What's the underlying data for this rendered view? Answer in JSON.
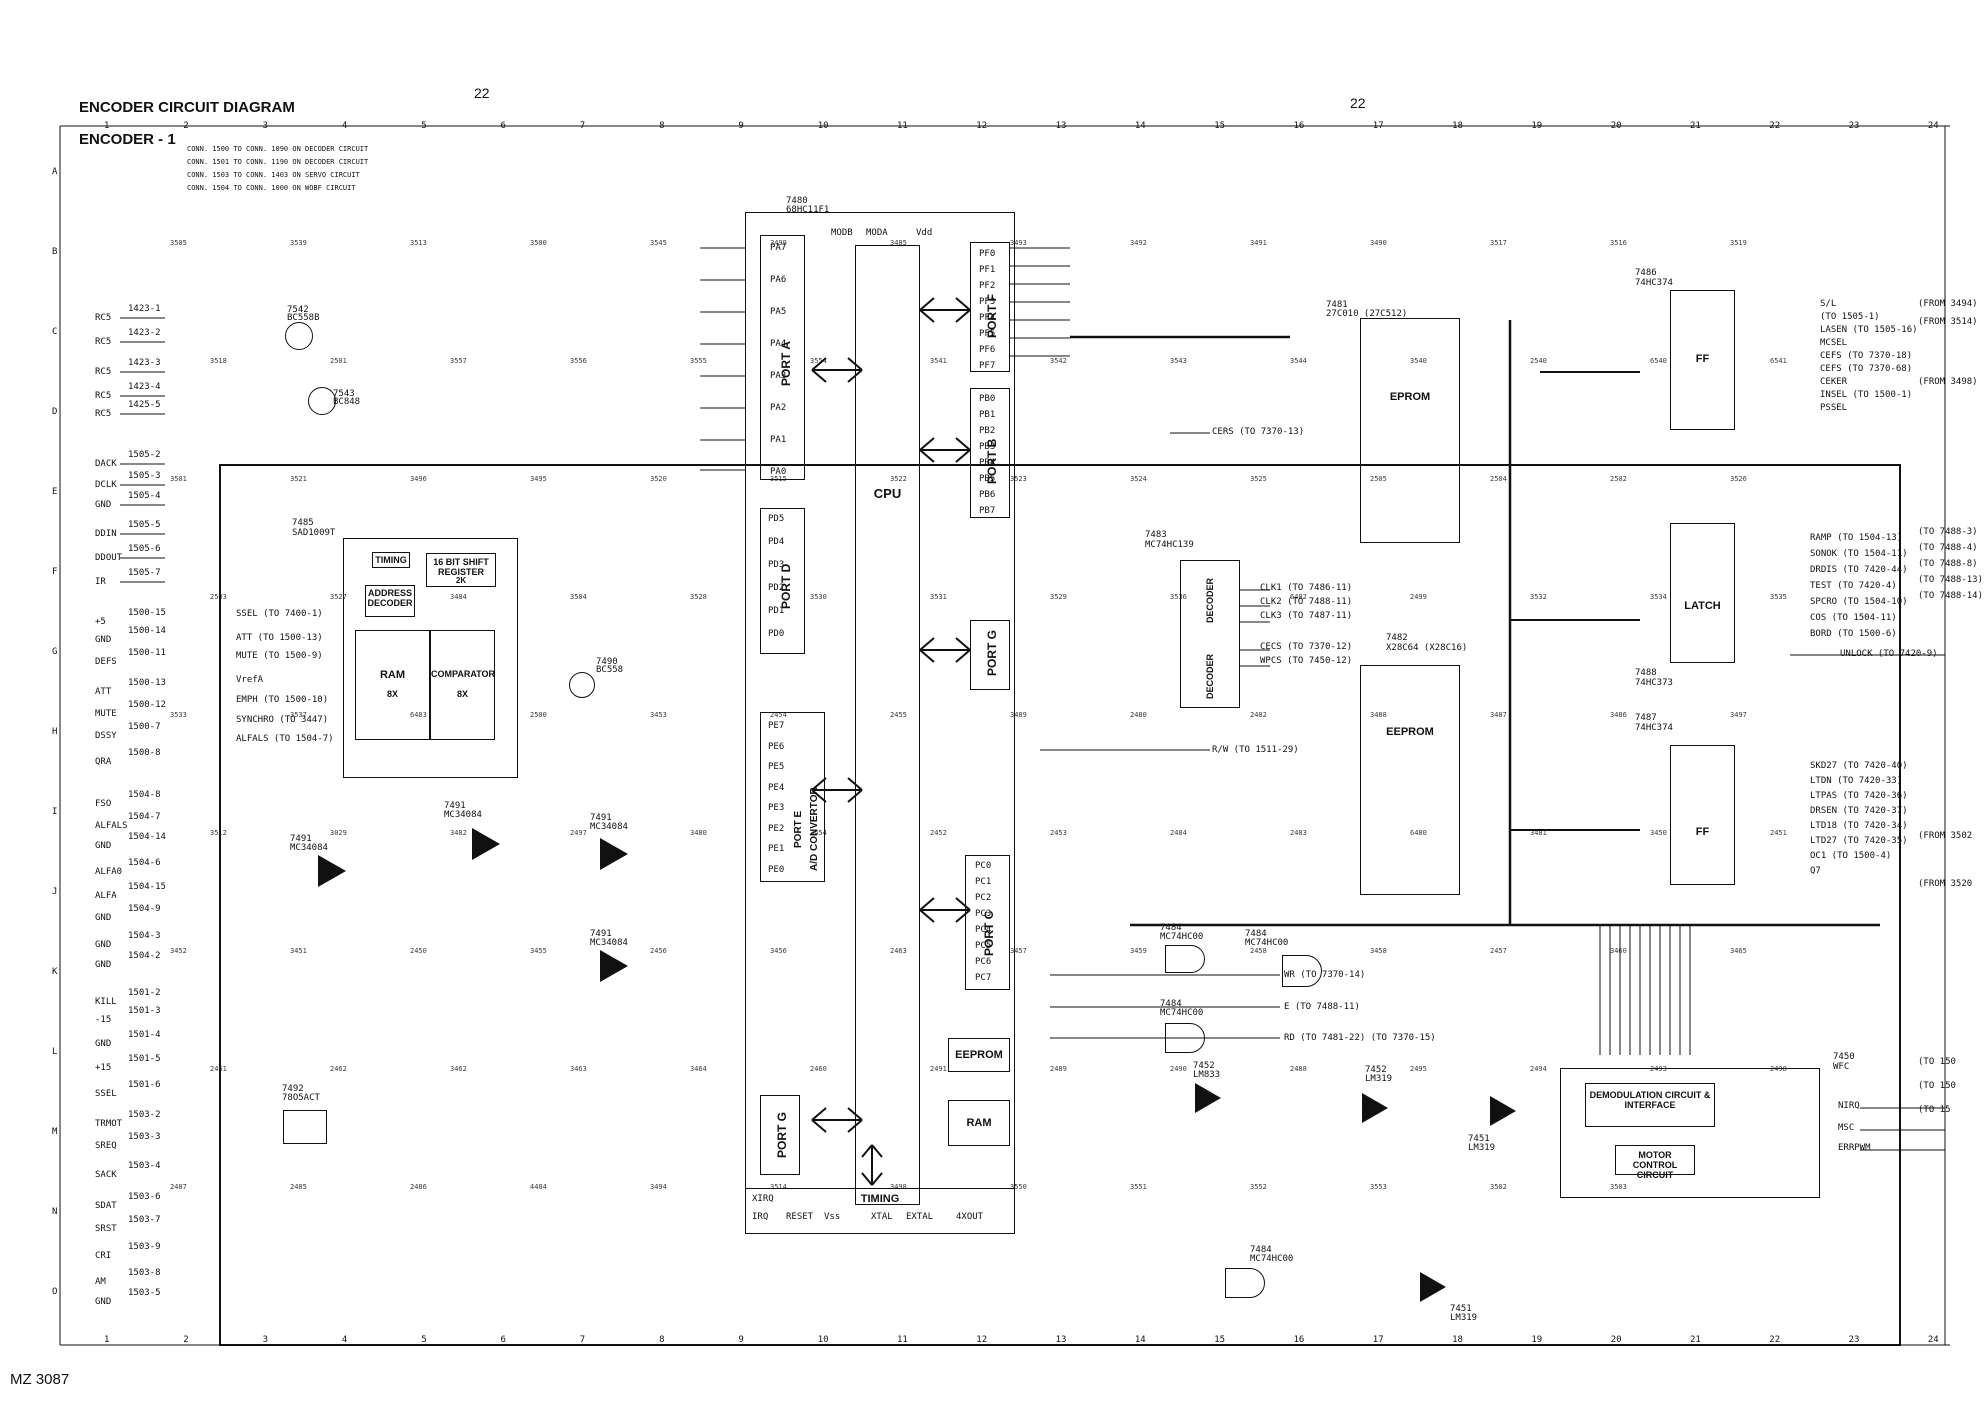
{
  "header": {
    "title": "ENCODER CIRCUIT DIAGRAM",
    "subtitle": "ENCODER - 1",
    "page_left": "22",
    "page_right": "22",
    "footer_code": "MZ 3087"
  },
  "connection_notes": [
    "CONN. 1500 TO CONN. 1090 ON DECODER CIRCUIT",
    "CONN. 1501 TO CONN. 1190 ON DECODER CIRCUIT",
    "CONN. 1503 TO CONN. 1403 ON SERVO CIRCUIT",
    "CONN. 1504 TO CONN. 1000 ON WOBF CIRCUIT"
  ],
  "grid": {
    "columns": [
      "1",
      "2",
      "3",
      "4",
      "5",
      "6",
      "7",
      "8",
      "9",
      "10",
      "11",
      "12",
      "13",
      "14",
      "15",
      "16",
      "17",
      "18",
      "19",
      "20",
      "21",
      "22",
      "23",
      "24"
    ],
    "rows": [
      "A",
      "B",
      "C",
      "D",
      "E",
      "F",
      "G",
      "H",
      "I",
      "J",
      "K",
      "L",
      "M",
      "N",
      "O"
    ]
  },
  "connectors_left": [
    {
      "pin": "RC5",
      "conn": "1423-1"
    },
    {
      "pin": "RC5",
      "conn": "1423-2"
    },
    {
      "pin": "RC5",
      "conn": "1423-3"
    },
    {
      "pin": "RC5",
      "conn": "1423-4"
    },
    {
      "pin": "RC5",
      "conn": "1425-5"
    },
    {
      "pin": "DACK",
      "conn": "1505-2"
    },
    {
      "pin": "DCLK",
      "conn": "1505-3"
    },
    {
      "pin": "GND",
      "conn": "1505-4"
    },
    {
      "pin": "DDIN",
      "conn": "1505-5"
    },
    {
      "pin": "DDOUT",
      "conn": "1505-6"
    },
    {
      "pin": "IR",
      "conn": "1505-7"
    },
    {
      "pin": "+5",
      "conn": "1500-15"
    },
    {
      "pin": "GND",
      "conn": "1500-14"
    },
    {
      "pin": "DEFS",
      "conn": "1500-11"
    },
    {
      "pin": "ATT",
      "conn": "1500-13"
    },
    {
      "pin": "MUTE",
      "conn": "1500-12"
    },
    {
      "pin": "DSSY",
      "conn": "1500-7"
    },
    {
      "pin": "QRA",
      "conn": "1500-8"
    },
    {
      "pin": "FSO",
      "conn": "1504-8"
    },
    {
      "pin": "ALFALS",
      "conn": "1504-7"
    },
    {
      "pin": "GND",
      "conn": "1504-14"
    },
    {
      "pin": "ALFA0",
      "conn": "1504-6"
    },
    {
      "pin": "ALFA",
      "conn": "1504-15"
    },
    {
      "pin": "GND",
      "conn": "1504-9"
    },
    {
      "pin": "GND",
      "conn": "1504-3"
    },
    {
      "pin": "GND",
      "conn": "1504-2"
    },
    {
      "pin": "KILL",
      "conn": "1501-2"
    },
    {
      "pin": "-15",
      "conn": "1501-3"
    },
    {
      "pin": "GND",
      "conn": "1501-4"
    },
    {
      "pin": "+15",
      "conn": "1501-5"
    },
    {
      "pin": "SSEL",
      "conn": "1501-6"
    },
    {
      "pin": "TRMOT",
      "conn": "1503-2"
    },
    {
      "pin": "SREQ",
      "conn": "1503-3"
    },
    {
      "pin": "SACK",
      "conn": "1503-4"
    },
    {
      "pin": "SDAT",
      "conn": "1503-6"
    },
    {
      "pin": "SRST",
      "conn": "1503-7"
    },
    {
      "pin": "CRI",
      "conn": "1503-9"
    },
    {
      "pin": "AM",
      "conn": "1503-8"
    },
    {
      "pin": "GND",
      "conn": "1503-5"
    }
  ],
  "cpu": {
    "ref": "7480",
    "part": "68HC11F1",
    "label": "CPU",
    "ports": [
      "PORT A",
      "PORT B",
      "PORT C",
      "PORT D",
      "PORT F",
      "PORT G",
      "PORT G",
      "PORT E"
    ],
    "port_e_extra": "A/D CONVERTOR",
    "timing": "TIMING",
    "eeprom": "EEPROM",
    "ram": "RAM",
    "top_pins": [
      "MODB",
      "MODA",
      "Vdd"
    ],
    "bottom_pins": [
      "XIRQ",
      "IRQ",
      "RESET",
      "Vss",
      "XTAL",
      "EXTAL",
      "4XOUT"
    ]
  },
  "port_a_pins": [
    "PA7",
    "PA6",
    "PA5",
    "PA4",
    "PA3",
    "PA2",
    "PA1",
    "PA0"
  ],
  "port_d_pins": [
    "PD5",
    "PD4",
    "PD3",
    "PD2",
    "PD1",
    "PD0"
  ],
  "port_e_pins": [
    "PE7",
    "PE6",
    "PE5",
    "PE4",
    "PE3",
    "PE2",
    "PE1",
    "PE0"
  ],
  "port_f_pins": [
    "PF7",
    "PF6",
    "PF5",
    "PF4",
    "PF3",
    "PF2",
    "PF1",
    "PF0"
  ],
  "port_b_pins": [
    "PB0",
    "PB1",
    "PB2",
    "PB3",
    "PB4",
    "PB5",
    "PB6",
    "PB7"
  ],
  "port_c_pins": [
    "PC0",
    "PC1",
    "PC2",
    "PC3",
    "PC4",
    "PC5",
    "PC6",
    "PC7"
  ],
  "sad": {
    "ref": "7485",
    "part": "SAD1009T",
    "timing": "TIMING",
    "shift": "16 BIT SHIFT REGISTER",
    "shift_sub": "2K",
    "decoder": "ADDRESS DECODER",
    "ram": "RAM",
    "ram_sub": "8X",
    "comparator": "COMPARATOR",
    "comparator_sub": "8X"
  },
  "eprom": {
    "ref": "7481",
    "part": "27C010 (27C512)",
    "label": "EPROM"
  },
  "eeprom": {
    "ref": "7482",
    "part": "X28C64 (X28C16)",
    "label": "EEPROM"
  },
  "decoder": {
    "ref": "7483",
    "part": "MC74HC139",
    "label": "DECODER"
  },
  "ff1": {
    "ref": "7486",
    "part": "74HC374",
    "label": "FF"
  },
  "latch": {
    "ref": "7488",
    "part": "74HC373",
    "label": "LATCH"
  },
  "ff2": {
    "ref": "7487",
    "part": "74HC374",
    "label": "FF"
  },
  "wfc": {
    "ref": "7450",
    "part": "WFC",
    "demod": "DEMODULATION CIRCUIT & INTERFACE",
    "motor": "MOTOR CONTROL CIRCUIT"
  },
  "opamps": [
    {
      "ref": "7491",
      "part": "MC34084"
    },
    {
      "ref": "7491",
      "part": "MC34084"
    },
    {
      "ref": "7491",
      "part": "MC34084"
    },
    {
      "ref": "7491",
      "part": "MC34084"
    }
  ],
  "comparators": [
    {
      "ref": "7452",
      "part": "LM833"
    },
    {
      "ref": "7452",
      "part": "LM319"
    },
    {
      "ref": "7451",
      "part": "LM319"
    },
    {
      "ref": "7451",
      "part": "LM319"
    }
  ],
  "gates": [
    {
      "ref": "7484",
      "part": "MC74HC00"
    },
    {
      "ref": "7484",
      "part": "MC74HC00"
    },
    {
      "ref": "7484",
      "part": "MC74HC00"
    },
    {
      "ref": "7484",
      "part": "MC74HC00"
    }
  ],
  "regulator": {
    "ref": "7492",
    "part": "78O5ACT"
  },
  "transistors": [
    {
      "ref": "7542",
      "part": "BC558B"
    },
    {
      "ref": "7543",
      "part": "BC848"
    },
    {
      "ref": "7490",
      "part": "BC558"
    }
  ],
  "signals_right": [
    "CLK1 (TO 7486-11)",
    "CLK2 (TO 7488-11)",
    "CLK3 (TO 7487-11)",
    "CECS (TO 7370-12)",
    "WPCS (TO 7450-12)",
    "CERS (TO 7370-13)",
    "R/W (TO 1511-29)",
    "WR (TO 7370-14)",
    "E (TO 7488-11)",
    "RD (TO 7481-22) (TO 7370-15)",
    "UNLOCK (TO 7420-9)",
    "NIRQ",
    "MSC",
    "ERRPWM"
  ],
  "ff1_outputs": [
    "S/L",
    "(TO 1505-1)",
    "LASEN (TO 1505-16)",
    "MCSEL",
    "CEFS (TO 7370-18)",
    "CEFS (TO 7370-68)",
    "CEKER",
    "INSEL (TO 1500-1)",
    "PSSEL"
  ],
  "latch_outputs": [
    "RAMP (TO 1504-13)",
    "SONOK (TO 1504-11)",
    "DRDIS (TO 7420-44)",
    "TEST (TO 7420-4)",
    "SPCRO (TO 1504-10)",
    "COS (TO 1504-11)",
    "BORD (TO 1500-6)"
  ],
  "ff2_outputs": [
    "SKD27 (TO 7420-40)",
    "LTDN (TO 7420-33)",
    "LTPAS (TO 7420-36)",
    "DRSEN (TO 7420-37)",
    "LTD18 (TO 7420-34)",
    "LTD27 (TO 7420-35)",
    "OC1 (TO 1500-4)",
    "Q7"
  ],
  "edge_refs": [
    "(FROM 3494)",
    "(FROM 3514)",
    "(FROM 3498)",
    "(TO 7488-3)",
    "(TO 7488-4)",
    "(TO 7488-8)",
    "(TO 7488-13)",
    "(TO 7488-14)",
    "(FROM 3502",
    "(FROM 3520",
    "(TO 150",
    "(TO 150",
    "(TO 15"
  ],
  "left_labels": [
    "SSEL (TO 7400-1)",
    "ATT (TO 1500-13)",
    "MUTE (TO 1500-9)",
    "VrefA",
    "EMPH (TO 1500-10)",
    "SYNCHRO (TO 3447)",
    "ALFALS (TO 1504-7)"
  ],
  "passives": [
    "3505",
    "3539",
    "3513",
    "3500",
    "3545",
    "3499",
    "3485",
    "3493",
    "3492",
    "3491",
    "3490",
    "3517",
    "3516",
    "3519",
    "3518",
    "2501",
    "3557",
    "3556",
    "3555",
    "3554",
    "3541",
    "3542",
    "3543",
    "3544",
    "3540",
    "2540",
    "6540",
    "6541",
    "3501",
    "3521",
    "3496",
    "3495",
    "3520",
    "3515",
    "3522",
    "3523",
    "3524",
    "3525",
    "2505",
    "2504",
    "2502",
    "3526",
    "2503",
    "3527",
    "3484",
    "3504",
    "3528",
    "3530",
    "3531",
    "3529",
    "3536",
    "6482",
    "2499",
    "3532",
    "3534",
    "3535",
    "3533",
    "3537",
    "6483",
    "2500",
    "3453",
    "2454",
    "2455",
    "3489",
    "2480",
    "2482",
    "3488",
    "3487",
    "3486",
    "3497",
    "3512",
    "3029",
    "3482",
    "2497",
    "3480",
    "3454",
    "2452",
    "2453",
    "2484",
    "2483",
    "6480",
    "3481",
    "3450",
    "2451",
    "3452",
    "3451",
    "2450",
    "3455",
    "2456",
    "3456",
    "2463",
    "3457",
    "3459",
    "2458",
    "3458",
    "2457",
    "3460",
    "3465",
    "2461",
    "2462",
    "3462",
    "3463",
    "3464",
    "2460",
    "2491",
    "2489",
    "2490",
    "2488",
    "2495",
    "2494",
    "2493",
    "2498",
    "2487",
    "2485",
    "2486",
    "4484",
    "3494",
    "3514",
    "3498",
    "3550",
    "3551",
    "3552",
    "3553",
    "3502",
    "3503"
  ],
  "colors": {
    "ink": "#111111",
    "paper": "#ffffff"
  }
}
